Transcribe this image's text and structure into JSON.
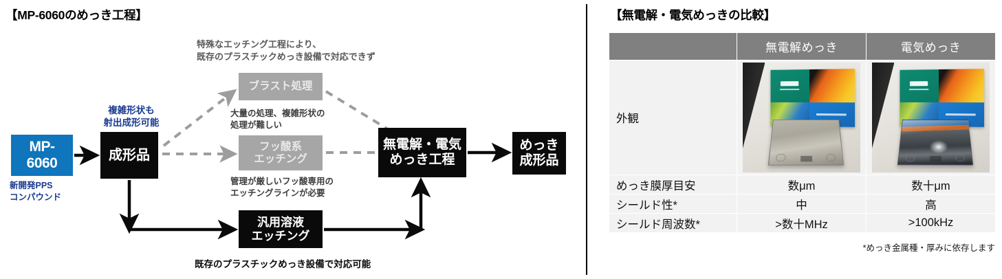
{
  "left_panel": {
    "title": "【MP-6060のめっき工程】",
    "boxes": {
      "material": "MP-\n6060",
      "material_caption": "新開発PPS\nコンパウンド",
      "molded": "成形品",
      "molded_caption": "複雑形状も\n射出成形可能",
      "blast": "ブラスト処理",
      "blast_note": "大量の処理、複雑形状の\n処理が難しい",
      "fluoric": "フッ酸系\nエッチング",
      "fluoric_note": "管理が厳しいフッ酸専用の\nエッチングラインが必要",
      "general_solvent": "汎用溶液\nエッチング",
      "plating_process": "無電解・電気\nめっき工程",
      "plated_part": "めっき\n成形品"
    },
    "top_note": "特殊なエッチング工程により、\n既存のプラスチックめっき設備で対応できず",
    "bottom_note": "既存のプラスチックめっき設備で対応可能",
    "colors": {
      "accent_blue": "#0f75bc",
      "box_black": "#0a0a0a",
      "box_gray": "#a6a6a6",
      "note_blue": "#1a3a8f"
    }
  },
  "right_panel": {
    "title": "【無電解・電気めっきの比較】",
    "table": {
      "headers": [
        "",
        "無電解めっき",
        "電気めっき"
      ],
      "rows": [
        {
          "label": "外観",
          "type": "photo",
          "values": [
            "electroless-plating-photo",
            "electro-plating-photo"
          ]
        },
        {
          "label": "めっき膜厚目安",
          "type": "text",
          "values": [
            "数μm",
            "数十μm"
          ]
        },
        {
          "label": "シールド性*",
          "type": "text",
          "values": [
            "中",
            "高"
          ]
        },
        {
          "label": "シールド周波数*",
          "type": "text",
          "values": [
            ">数十MHz",
            ">100kHz"
          ]
        }
      ],
      "footnote": "*めっき金属種・厚みに依存します",
      "header_bg": "#808080",
      "cell_bg": "#f2f2f2"
    }
  }
}
